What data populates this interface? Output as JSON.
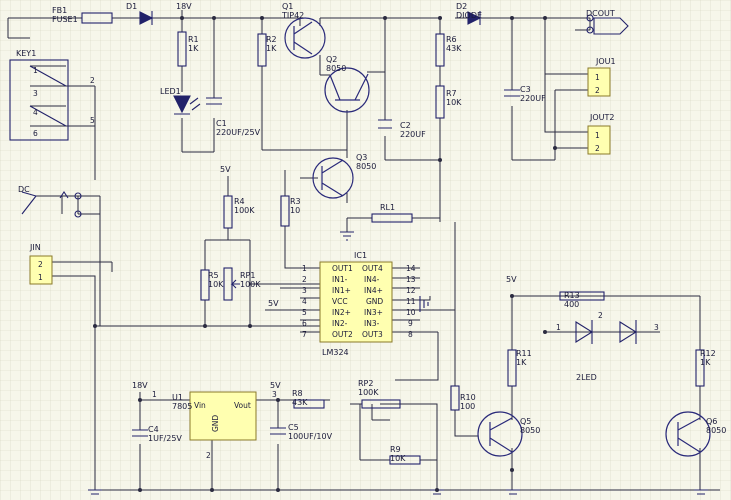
{
  "components": [
    {
      "id": "fb1",
      "lines": [
        "FB1",
        "FUSE1"
      ]
    },
    {
      "id": "d1",
      "lines": [
        "D1"
      ]
    },
    {
      "id": "v18_top",
      "lines": [
        "18V"
      ]
    },
    {
      "id": "q1",
      "lines": [
        "Q1",
        "TIP42"
      ]
    },
    {
      "id": "d2",
      "lines": [
        "D2",
        "DIODE"
      ]
    },
    {
      "id": "dcout",
      "lines": [
        "DCOUT"
      ]
    },
    {
      "id": "key1",
      "lines": [
        "KEY1"
      ]
    },
    {
      "id": "r1",
      "lines": [
        "R1",
        "1K"
      ]
    },
    {
      "id": "r2",
      "lines": [
        "R2",
        "1K"
      ]
    },
    {
      "id": "q2",
      "lines": [
        "Q2",
        "8050"
      ]
    },
    {
      "id": "r6",
      "lines": [
        "R6",
        "43K"
      ]
    },
    {
      "id": "jou1",
      "lines": [
        "JOU1"
      ]
    },
    {
      "id": "led1",
      "lines": [
        "LED1"
      ]
    },
    {
      "id": "c1",
      "lines": [
        "C1",
        "220UF/25V"
      ]
    },
    {
      "id": "r7",
      "lines": [
        "R7",
        "10K"
      ]
    },
    {
      "id": "c3",
      "lines": [
        "C3",
        "220UF"
      ]
    },
    {
      "id": "jout2",
      "lines": [
        "JOUT2"
      ]
    },
    {
      "id": "c2",
      "lines": [
        "C2",
        "220UF"
      ]
    },
    {
      "id": "q3",
      "lines": [
        "Q3",
        "8050"
      ]
    },
    {
      "id": "dc",
      "lines": [
        "DC"
      ]
    },
    {
      "id": "v5_r4",
      "lines": [
        "5V"
      ]
    },
    {
      "id": "r4",
      "lines": [
        "R4",
        "100K"
      ]
    },
    {
      "id": "r3",
      "lines": [
        "R3",
        "10"
      ]
    },
    {
      "id": "rl1",
      "lines": [
        "RL1"
      ]
    },
    {
      "id": "jin",
      "lines": [
        "JIN"
      ]
    },
    {
      "id": "ic1",
      "lines": [
        "IC1"
      ]
    },
    {
      "id": "r5",
      "lines": [
        "R5",
        "10K"
      ]
    },
    {
      "id": "rp1",
      "lines": [
        "RP1",
        "100K"
      ]
    },
    {
      "id": "v5_left",
      "lines": [
        "5V"
      ]
    },
    {
      "id": "v5_right",
      "lines": [
        "5V"
      ]
    },
    {
      "id": "r13",
      "lines": [
        "R13",
        "400"
      ]
    },
    {
      "id": "r11",
      "lines": [
        "R11",
        "1K"
      ]
    },
    {
      "id": "r12",
      "lines": [
        "R12",
        "1K"
      ]
    },
    {
      "id": "led2",
      "lines": [
        "2LED"
      ]
    },
    {
      "id": "v18_bottom",
      "lines": [
        "18V"
      ]
    },
    {
      "id": "u1",
      "lines": [
        "U1",
        "7805"
      ]
    },
    {
      "id": "v5_u1",
      "lines": [
        "5V"
      ]
    },
    {
      "id": "r8",
      "lines": [
        "R8",
        "43K"
      ]
    },
    {
      "id": "rp2",
      "lines": [
        "RP2",
        "100K"
      ]
    },
    {
      "id": "r10",
      "lines": [
        "R10",
        "100"
      ]
    },
    {
      "id": "q5",
      "lines": [
        "Q5",
        "8050"
      ]
    },
    {
      "id": "q6",
      "lines": [
        "Q6",
        "8050"
      ]
    },
    {
      "id": "c4",
      "lines": [
        "C4",
        "1UF/25V"
      ]
    },
    {
      "id": "c5",
      "lines": [
        "C5",
        "100UF/10V"
      ]
    },
    {
      "id": "r9",
      "lines": [
        "R9",
        "10K"
      ]
    }
  ],
  "ic": {
    "label": "IC1",
    "part": "LM324",
    "left_pins": [
      {
        "num": "1",
        "name": "OUT1"
      },
      {
        "num": "2",
        "name": "IN1-"
      },
      {
        "num": "3",
        "name": "IN1+"
      },
      {
        "num": "4",
        "name": "VCC"
      },
      {
        "num": "5",
        "name": "IN2+"
      },
      {
        "num": "6",
        "name": "IN2-"
      },
      {
        "num": "7",
        "name": "OUT2"
      }
    ],
    "right_pins": [
      {
        "num": "14",
        "name": "OUT4"
      },
      {
        "num": "13",
        "name": "IN4-"
      },
      {
        "num": "12",
        "name": "IN4+"
      },
      {
        "num": "11",
        "name": "GND"
      },
      {
        "num": "10",
        "name": "IN3+"
      },
      {
        "num": "9",
        "name": "IN3-"
      },
      {
        "num": "8",
        "name": "OUT3"
      }
    ]
  },
  "regulator": {
    "vin": "Vin",
    "vout": "Vout",
    "gnd": "GND",
    "pin1": "1",
    "pin2": "2",
    "pin3": "3"
  },
  "connectors": {
    "key1_pins": [
      "1",
      "2",
      "3",
      "4",
      "5",
      "6"
    ],
    "jou1_pins": [
      "1",
      "2"
    ],
    "jout2_pins": [
      "1",
      "2"
    ],
    "jin_pins": [
      "2",
      "1"
    ],
    "led2_pins": [
      "1",
      "2",
      "3"
    ]
  },
  "colors": {
    "background": "#f6f6ea",
    "grid": "#d3d3c0",
    "wire": "#2b2b40",
    "part": "#22226a",
    "connector_fill": "#ffffb0"
  }
}
